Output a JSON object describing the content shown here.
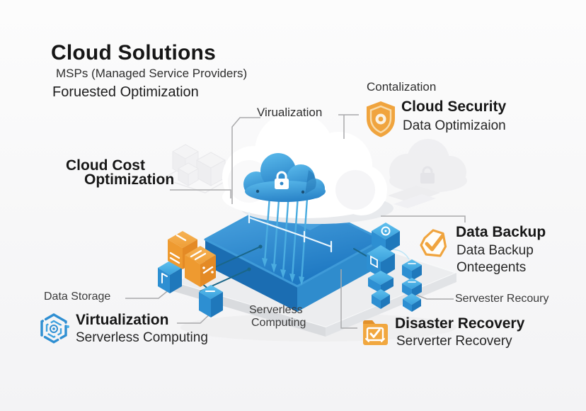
{
  "title_block": {
    "title": "Cloud Solutions",
    "line2": "MSPs (Managed Service Providers)",
    "line3": "Foruested Optimization"
  },
  "callouts": {
    "virualization_label": "Virualization",
    "containerization_label": "Contalization",
    "cloud_security": {
      "heading": "Cloud Security",
      "sub": "Data Optimizaion"
    },
    "cloud_cost": {
      "line1": "Cloud Cost",
      "line2": "Optimization"
    },
    "data_backup": {
      "heading": "Data Backup",
      "sub1": "Data Backup",
      "sub2": "Onteegents"
    },
    "server_recovery_label": "Servester Recoury",
    "data_storage_label": "Data Storage",
    "virtualization": {
      "heading": "Virtualization",
      "sub": "Serverless Computing"
    },
    "serverless": {
      "line1": "Serverless",
      "line2": "Computing"
    },
    "disaster_recovery": {
      "heading": "Disaster Recovery",
      "sub": "Serverter Recovery"
    }
  },
  "icons": [
    "shield-security-icon",
    "checkmark-backup-icon",
    "folder-recovery-icon",
    "hexagon-virtualization-icon",
    "padlock-cloud-icon"
  ],
  "colors": {
    "accent_orange": "#F0A43E",
    "accent_blue": "#2E86C9",
    "accent_blue_light": "#55B5E8",
    "platform_blue_dark": "#1B6DB2",
    "circuit_teal": "#1A6688",
    "connector_gray": "#A9A9AB",
    "ink": "#161616",
    "background": "#F7F7F8"
  }
}
